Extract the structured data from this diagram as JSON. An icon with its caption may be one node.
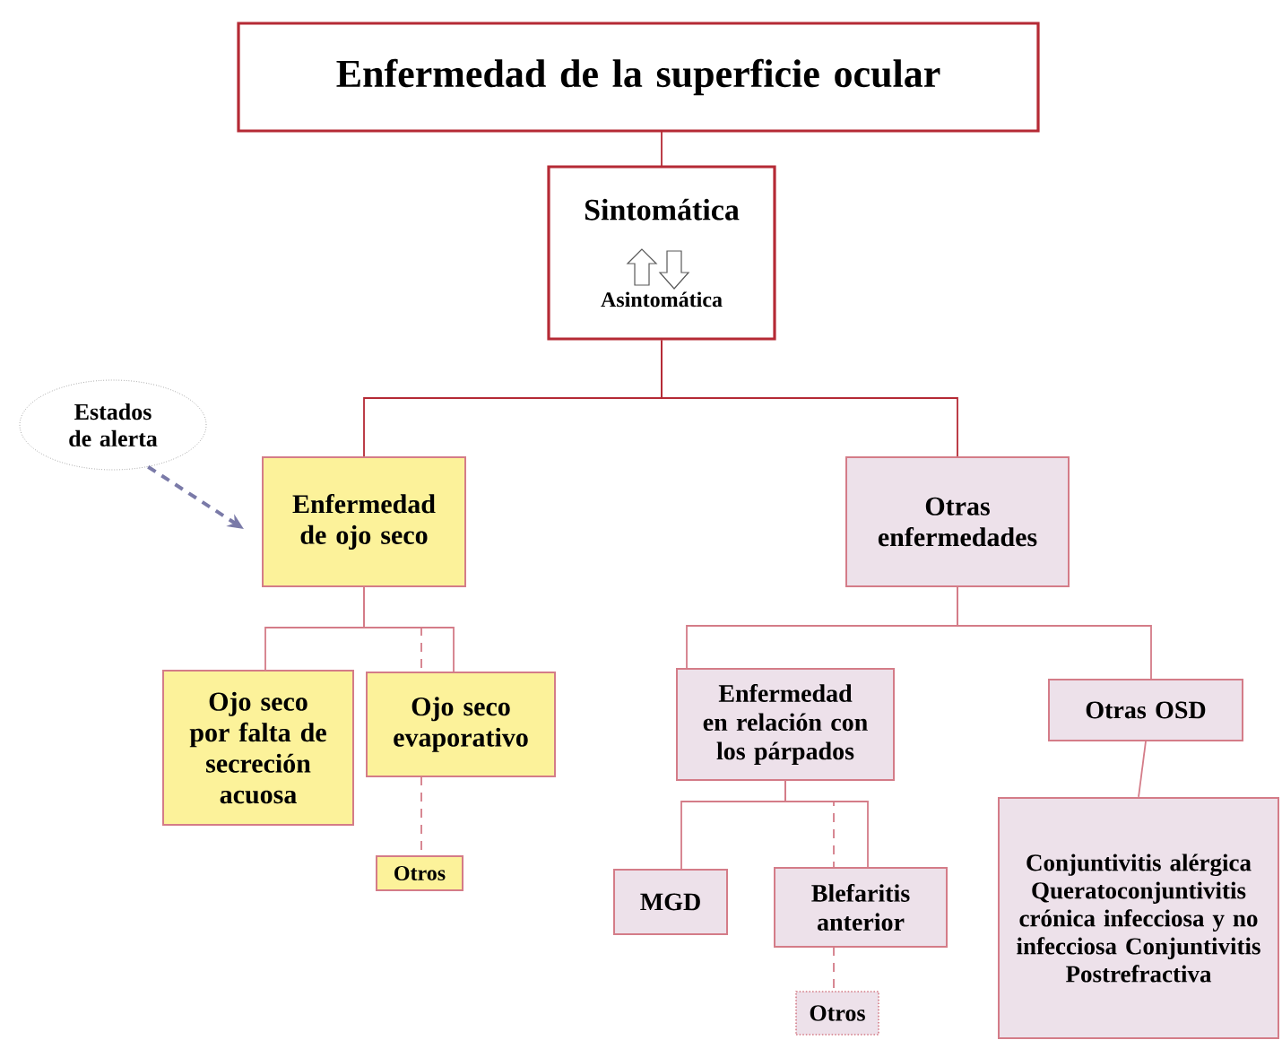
{
  "diagram": {
    "nodes": [
      {
        "text": [
          "Enfermedad de la superficie ocular"
        ]
      },
      {
        "text": [
          "Sintomática",
          "Asintomática"
        ]
      },
      {
        "text": [
          "Estados de alerta"
        ]
      },
      {
        "text": [
          "Enfermedad de ojo seco"
        ]
      },
      {
        "text": [
          "Otras enfermedades"
        ]
      },
      {
        "text": [
          "Ojo seco por falta de secreción acuosa"
        ]
      },
      {
        "text": [
          "Ojo seco evaporativo"
        ]
      },
      {
        "text": [
          "Otros"
        ]
      },
      {
        "text": [
          "Enfermedad en relación con los párpados"
        ]
      },
      {
        "text": [
          "Otras OSD"
        ]
      },
      {
        "text": [
          "MGD"
        ]
      },
      {
        "text": [
          "Blefaritis anterior"
        ]
      },
      {
        "text": [
          "Otros"
        ]
      },
      {
        "text": [
          "Conjuntivitis alérgica Queratoconjuntivitis crónica infecciosa y no infecciosa Conjuntivitis Postrefractiva"
        ]
      }
    ],
    "edges": [
      {
        "from": 0,
        "to": 1,
        "arrow": "none",
        "color": "#b52a35"
      },
      {
        "from": 1,
        "to": 3,
        "arrow": "none",
        "color": "#b52a35"
      },
      {
        "from": 1,
        "to": 4,
        "arrow": "none",
        "color": "#b52a35"
      },
      {
        "from": 2,
        "to": 3,
        "arrow": "to",
        "style": "dashed",
        "color": "#7a7aa8"
      },
      {
        "from": 3,
        "to": 5,
        "arrow": "none"
      },
      {
        "from": 3,
        "to": 6,
        "arrow": "none"
      },
      {
        "from": 3,
        "to": 6,
        "arrow": "none",
        "style": "dashed"
      },
      {
        "from": 6,
        "to": 7,
        "arrow": "none",
        "style": "dashed"
      },
      {
        "from": 4,
        "to": 8,
        "arrow": "none"
      },
      {
        "from": 4,
        "to": 9,
        "arrow": "none"
      },
      {
        "from": 8,
        "to": 10,
        "arrow": "none"
      },
      {
        "from": 8,
        "to": 11,
        "arrow": "none"
      },
      {
        "from": 8,
        "to": 11,
        "arrow": "none",
        "style": "dashed"
      },
      {
        "from": 11,
        "to": 12,
        "arrow": "none",
        "style": "dashed"
      },
      {
        "from": 9,
        "to": 13,
        "arrow": "none"
      }
    ]
  }
}
